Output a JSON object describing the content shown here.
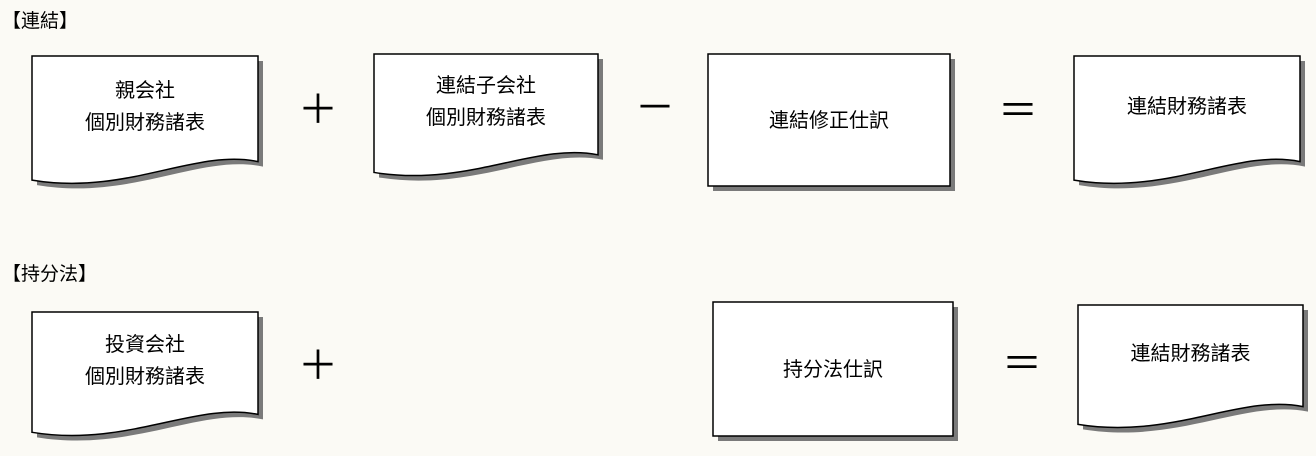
{
  "sections": [
    {
      "title": "【連結】",
      "items": [
        {
          "kind": "document",
          "lines": [
            "親会社",
            "個別財務諸表"
          ]
        },
        {
          "kind": "operator",
          "symbol": "＋"
        },
        {
          "kind": "document",
          "lines": [
            "連結子会社",
            "個別財務諸表"
          ]
        },
        {
          "kind": "operator",
          "symbol": "－"
        },
        {
          "kind": "process",
          "lines": [
            "連結修正仕訳"
          ]
        },
        {
          "kind": "operator",
          "symbol": "＝"
        },
        {
          "kind": "document",
          "lines": [
            "連結財務諸表"
          ]
        }
      ]
    },
    {
      "title": "【持分法】",
      "items": [
        {
          "kind": "document",
          "lines": [
            "投資会社",
            "個別財務諸表"
          ]
        },
        {
          "kind": "operator",
          "symbol": "＋"
        },
        {
          "kind": "process",
          "lines": [
            "持分法仕訳"
          ]
        },
        {
          "kind": "operator",
          "symbol": "＝"
        },
        {
          "kind": "document",
          "lines": [
            "連結財務諸表"
          ]
        }
      ]
    }
  ]
}
